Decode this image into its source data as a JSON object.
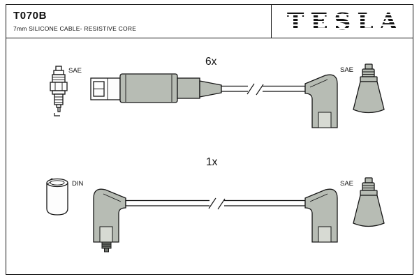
{
  "header": {
    "part_number": "T070B",
    "subtitle": "7mm SILICONE CABLE- RESISTIVE CORE",
    "brand": "TESLA"
  },
  "diagram": {
    "groups": [
      {
        "quantity": "6x",
        "left_icon": "spark-plug-icon",
        "left_label": "SAE",
        "cable": "straight-boot-to-elbow-boot",
        "right_label": "SAE",
        "right_icon": "sae-terminal-boot-icon"
      },
      {
        "quantity": "1x",
        "left_icon": "din-socket-icon",
        "left_label": "DIN",
        "cable": "elbow-boot-to-elbow-boot",
        "right_label": "SAE",
        "right_icon": "sae-terminal-boot-icon"
      }
    ]
  },
  "colors": {
    "boot_fill": "#b7bcb4",
    "outline": "#161616",
    "background": "#ffffff"
  }
}
